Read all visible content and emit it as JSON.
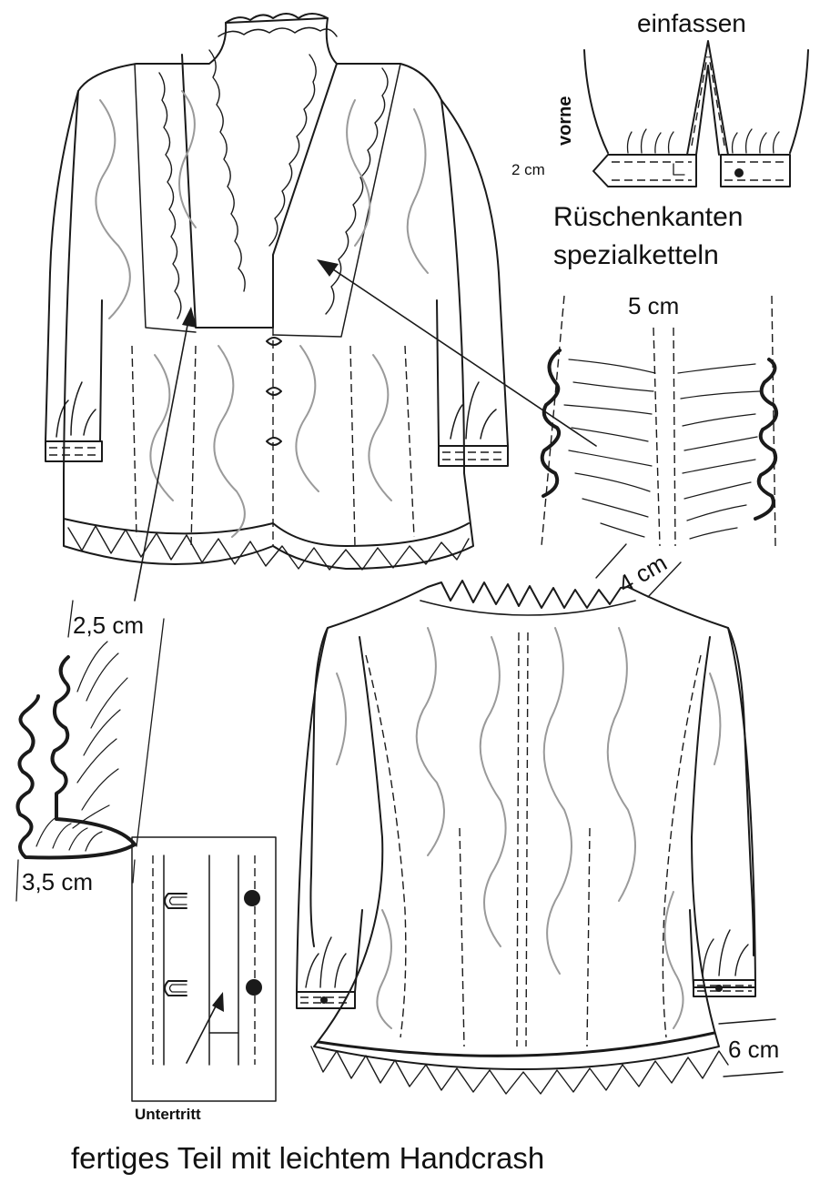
{
  "labels": {
    "einfassen": "einfassen",
    "vorne": "vorne",
    "cuff_width": "2 cm",
    "ruffle_title_line1": "Rüschenkanten",
    "ruffle_title_line2": "spezialketteln",
    "ruffle_width": "5 cm",
    "collar_height": "4 cm",
    "front_ruffle_width": "2,5 cm",
    "hem_ruffle_width": "3,5 cm",
    "underlap": "Untertritt",
    "hem_height": "6 cm",
    "caption": "fertiges Teil mit leichtem Handcrash"
  },
  "colors": {
    "ink": "#1a1a1a",
    "wrinkle_grey": "#9a9a9a",
    "background": "#ffffff"
  }
}
